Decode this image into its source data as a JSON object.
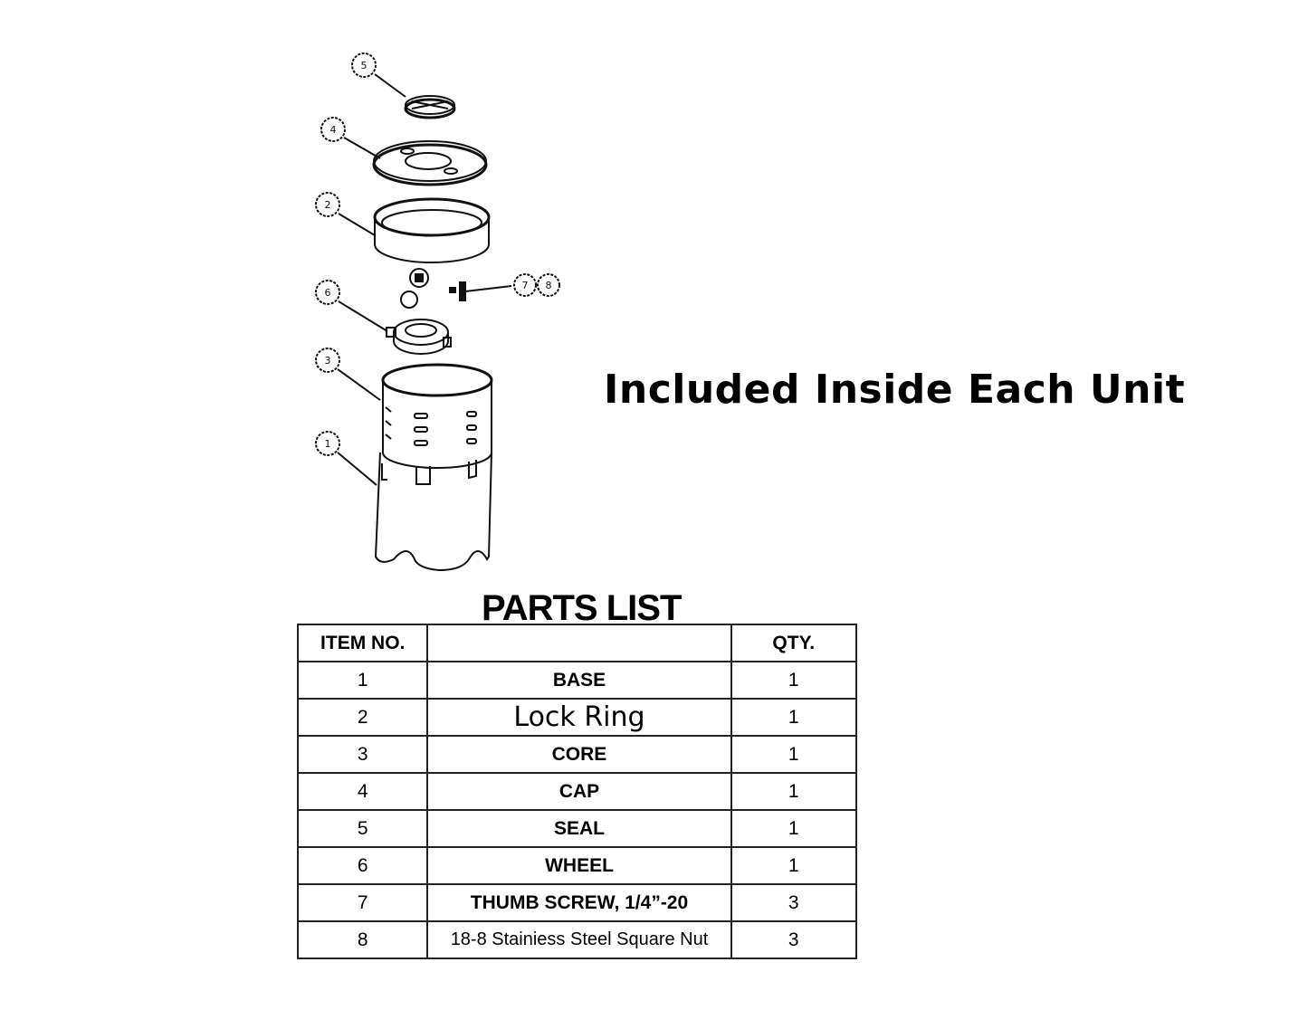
{
  "headline": "Included Inside Each Unit",
  "diagram": {
    "callouts": [
      "5",
      "4",
      "2",
      "6",
      "3",
      "1",
      "7",
      "8"
    ]
  },
  "parts_list": {
    "title": "PARTS LIST",
    "columns": [
      "ITEM NO.",
      "",
      "QTY."
    ],
    "rows": [
      {
        "item": "1",
        "name": "BASE",
        "qty": "1"
      },
      {
        "item": "2",
        "name": "Lock Ring",
        "qty": "1"
      },
      {
        "item": "3",
        "name": "CORE",
        "qty": "1"
      },
      {
        "item": "4",
        "name": "CAP",
        "qty": "1"
      },
      {
        "item": "5",
        "name": "SEAL",
        "qty": "1"
      },
      {
        "item": "6",
        "name": "WHEEL",
        "qty": "1"
      },
      {
        "item": "7",
        "name": "THUMB SCREW, 1/4”-20",
        "qty": "3"
      },
      {
        "item": "8",
        "name": "18-8 Stainiess Steel Square Nut",
        "qty": "3"
      }
    ]
  }
}
